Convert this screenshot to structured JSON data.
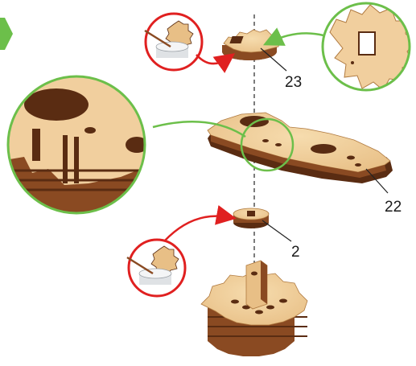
{
  "callouts": {
    "part_23": "23",
    "part_22": "22",
    "part_2": "2"
  },
  "colors": {
    "wood_light": "#f1cf9e",
    "wood_mid": "#d9a86a",
    "wood_dark": "#8a4a22",
    "wood_edge": "#5a2c12",
    "green_arrow": "#6cbf4a",
    "red_arrow": "#e02020",
    "axis_dash": "#444444"
  },
  "icons": [
    "nav-chevron-icon",
    "glue-pot-icon",
    "magnifier-callout-icon",
    "dashed-axis"
  ]
}
